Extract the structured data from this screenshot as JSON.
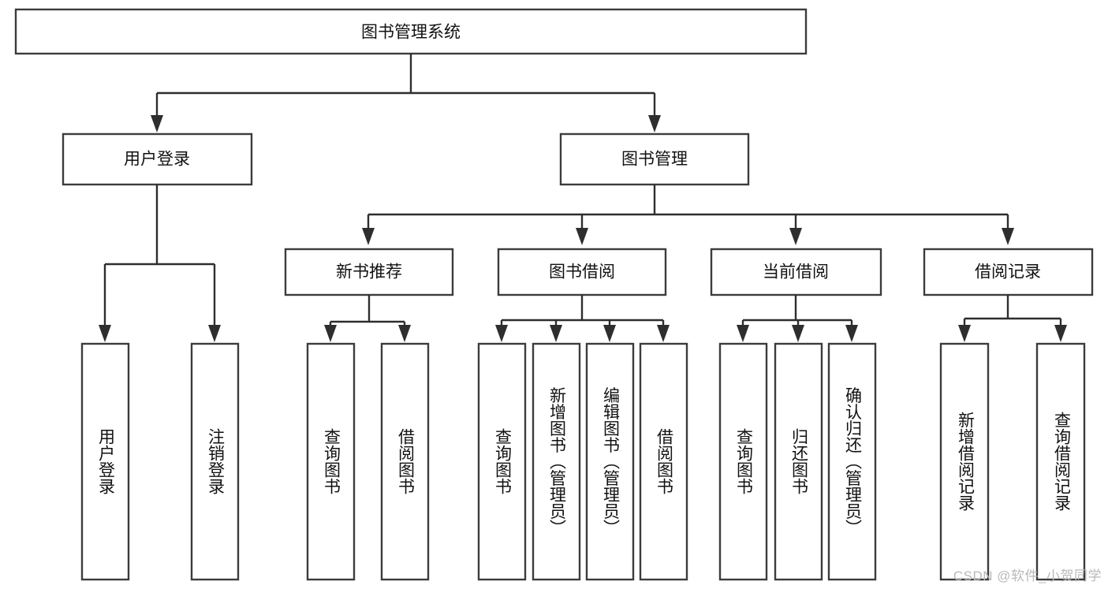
{
  "diagram": {
    "type": "tree-hierarchy-chart",
    "title": "图书管理系统",
    "watermark": "CSDN @软件_小贺同学",
    "colors": {
      "background": "#ffffff",
      "box_stroke": "#3c3c3c",
      "connector": "#2e2e2e",
      "text": "#111111",
      "watermark": "#b9b9b9"
    },
    "levels": {
      "level1": [
        {
          "id": "root",
          "label": "图书管理系统",
          "orientation": "horizontal"
        }
      ],
      "level2": [
        {
          "id": "user-login",
          "label": "用户登录",
          "orientation": "horizontal",
          "parent": "root"
        },
        {
          "id": "book-manage",
          "label": "图书管理",
          "orientation": "horizontal",
          "parent": "root"
        }
      ],
      "level3": [
        {
          "id": "new-book-rec",
          "label": "新书推荐",
          "orientation": "horizontal",
          "parent": "book-manage"
        },
        {
          "id": "book-borrow",
          "label": "图书借阅",
          "orientation": "horizontal",
          "parent": "book-manage"
        },
        {
          "id": "current-borrow",
          "label": "当前借阅",
          "orientation": "horizontal",
          "parent": "book-manage"
        },
        {
          "id": "borrow-record",
          "label": "借阅记录",
          "orientation": "horizontal",
          "parent": "book-manage"
        }
      ],
      "leaves": [
        {
          "id": "leaf-user-login",
          "label": "用户登录",
          "orientation": "vertical",
          "parent": "user-login"
        },
        {
          "id": "leaf-logout",
          "label": "注销登录",
          "orientation": "vertical",
          "parent": "user-login"
        },
        {
          "id": "leaf-query-book-1",
          "label": "查询图书",
          "orientation": "vertical",
          "parent": "new-book-rec"
        },
        {
          "id": "leaf-borrow-book-1",
          "label": "借阅图书",
          "orientation": "vertical",
          "parent": "new-book-rec"
        },
        {
          "id": "leaf-query-book-2",
          "label": "查询图书",
          "orientation": "vertical",
          "parent": "book-borrow"
        },
        {
          "id": "leaf-add-book",
          "label": "新增图书（管理员）",
          "orientation": "vertical",
          "parent": "book-borrow"
        },
        {
          "id": "leaf-edit-book",
          "label": "编辑图书（管理员）",
          "orientation": "vertical",
          "parent": "book-borrow"
        },
        {
          "id": "leaf-borrow-book-2",
          "label": "借阅图书",
          "orientation": "vertical",
          "parent": "book-borrow"
        },
        {
          "id": "leaf-query-book-3",
          "label": "查询图书",
          "orientation": "vertical",
          "parent": "current-borrow"
        },
        {
          "id": "leaf-return-book",
          "label": "归还图书",
          "orientation": "vertical",
          "parent": "current-borrow"
        },
        {
          "id": "leaf-confirm-return",
          "label": "确认归还（管理员）",
          "orientation": "vertical",
          "parent": "current-borrow"
        },
        {
          "id": "leaf-add-record",
          "label": "新增借阅记录",
          "orientation": "vertical",
          "parent": "borrow-record"
        },
        {
          "id": "leaf-query-record",
          "label": "查询借阅记录",
          "orientation": "vertical",
          "parent": "borrow-record"
        }
      ]
    }
  }
}
